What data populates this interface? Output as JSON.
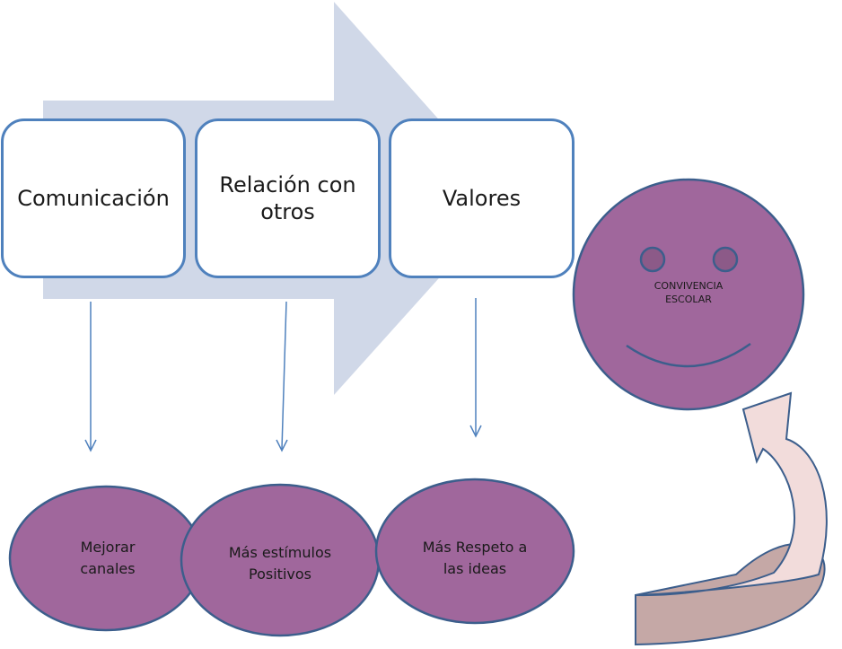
{
  "process": {
    "steps": [
      {
        "label": "Comunicación"
      },
      {
        "label": "Relación con otros"
      },
      {
        "label": "Valores"
      }
    ]
  },
  "outcomes": [
    {
      "line1": "Mejorar",
      "line2": "canales"
    },
    {
      "line1": "Más estímulos",
      "line2": "Positivos"
    },
    {
      "line1": "Más Respeto a",
      "line2": "las ideas"
    }
  ],
  "face": {
    "line1": "CONVIVENCIA",
    "line2": "ESCOLAR"
  },
  "colors": {
    "big_arrow": "#d0d8e8",
    "box_border": "#4f81bd",
    "oval_fill": "#a0679c",
    "oval_border": "#3c5e8c",
    "connector": "#4f81bd",
    "curved_arrow_fill": "#f2dcdb",
    "curved_arrow_dark": "#c5a8a6"
  }
}
